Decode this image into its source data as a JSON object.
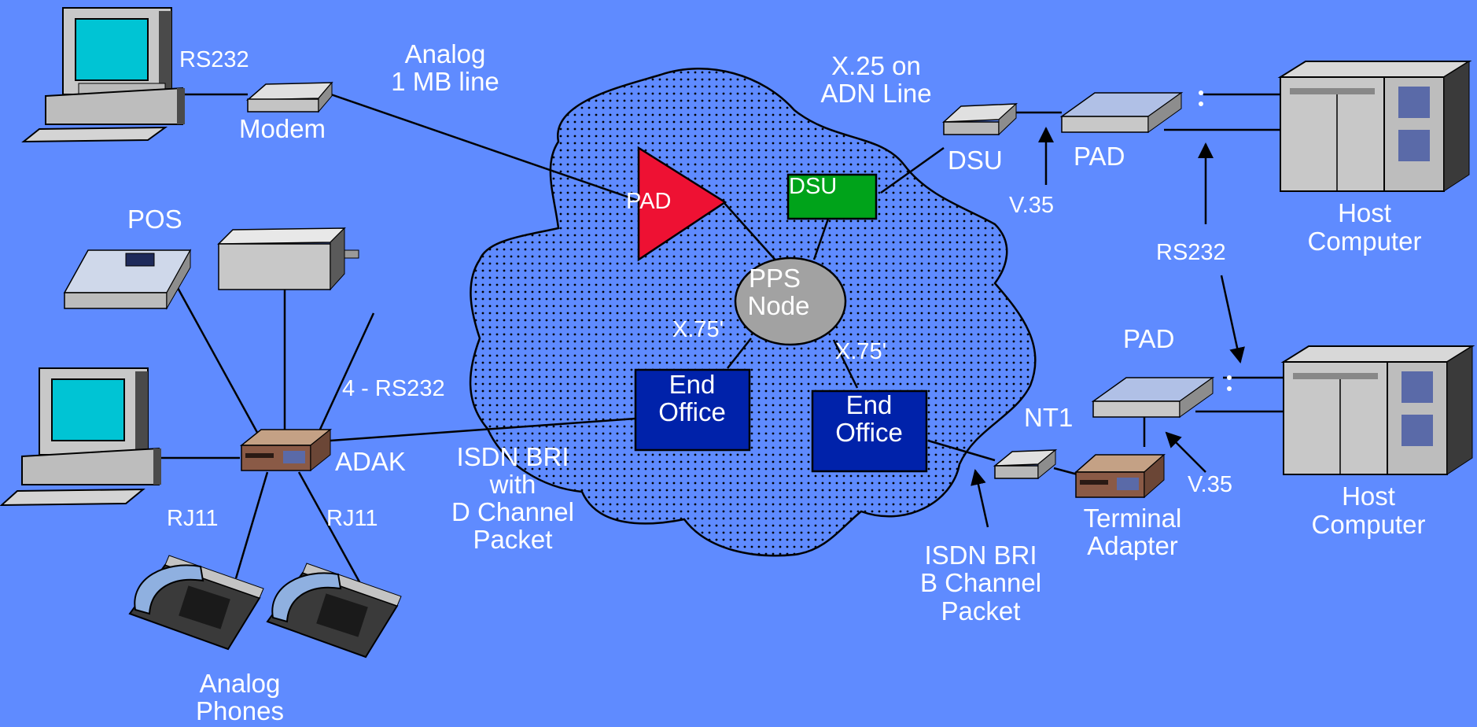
{
  "colors": {
    "background": "#5f8bff",
    "pad_triangle": "#ee1133",
    "dsu_box": "#00a31a",
    "end_office": "#0022aa",
    "pps_node": "#a2a2a2",
    "cloud": "#5f8bff"
  },
  "labels": {
    "rs232_top": "RS232",
    "modem": "Modem",
    "analog_line_1": "Analog",
    "analog_line_2": "1 MB line",
    "x25_1": "X.25 on",
    "x25_2": "ADN Line",
    "dsu_right": "DSU",
    "pad_top": "PAD",
    "v35_top": "V.35",
    "host1_1": "Host",
    "host1_2": "Computer",
    "rs232_right": "RS232",
    "pad_right": "PAD",
    "v35_bottom": "V.35",
    "host2_1": "Host",
    "host2_2": "Computer",
    "pos": "POS",
    "four_rs232": "4 - RS232",
    "adak": "ADAK",
    "rj11_left": "RJ11",
    "rj11_right": "RJ11",
    "analog_phones_1": "Analog",
    "analog_phones_2": "Phones",
    "isdn_d_1": "ISDN BRI",
    "isdn_d_2": "with",
    "isdn_d_3": "D Channel",
    "isdn_d_4": "Packet",
    "isdn_b_1": "ISDN BRI",
    "isdn_b_2": "B Channel",
    "isdn_b_3": "Packet",
    "nt1": "NT1",
    "terminal_adapter_1": "Terminal",
    "terminal_adapter_2": "Adapter",
    "cloud_pad": "PAD",
    "cloud_dsu": "DSU",
    "pps_node_1": "PPS",
    "pps_node_2": "Node",
    "x75_left": "X.75'",
    "x75_right": "X.75'",
    "end_office_left_1": "End",
    "end_office_left_2": "Office",
    "end_office_right_1": "End",
    "end_office_right_2": "Office"
  }
}
